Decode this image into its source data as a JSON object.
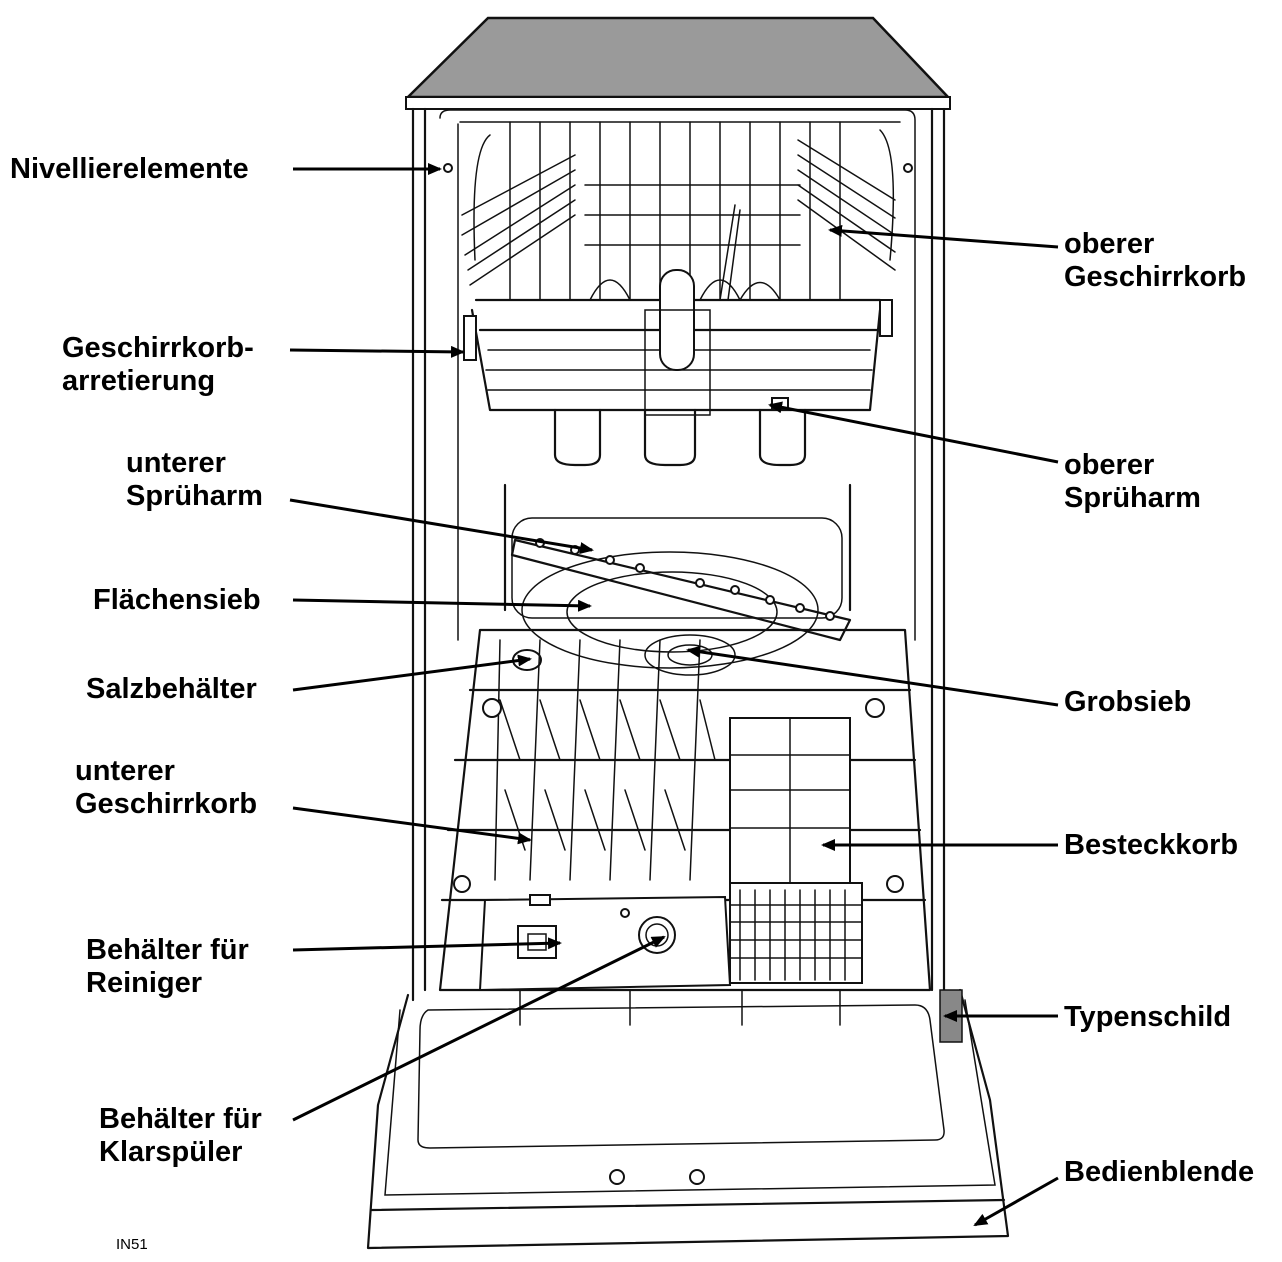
{
  "diagram": {
    "code": "IN51",
    "labels_left": [
      {
        "id": "nivellierelemente",
        "lines": [
          "Nivellierelemente"
        ]
      },
      {
        "id": "geschirrkorbarretierung",
        "lines": [
          "Geschirrkorb-",
          "arretierung"
        ]
      },
      {
        "id": "unterer-spruharm",
        "lines": [
          "unterer",
          "Sprüharm"
        ]
      },
      {
        "id": "flachensieb",
        "lines": [
          "Flächensieb"
        ]
      },
      {
        "id": "salzbehalter",
        "lines": [
          "Salzbehälter"
        ]
      },
      {
        "id": "unterer-geschirrkorb",
        "lines": [
          "unterer",
          "Geschirrkorb"
        ]
      },
      {
        "id": "behalter-reiniger",
        "lines": [
          "Behälter für",
          "Reiniger"
        ]
      },
      {
        "id": "behalter-klarspuler",
        "lines": [
          "Behälter für",
          "Klarspüler"
        ]
      }
    ],
    "labels_right": [
      {
        "id": "oberer-geschirrkorb",
        "lines": [
          "oberer",
          "Geschirrkorb"
        ]
      },
      {
        "id": "oberer-spruharm",
        "lines": [
          "oberer",
          "Sprüharm"
        ]
      },
      {
        "id": "grobsieb",
        "lines": [
          "Grobsieb"
        ]
      },
      {
        "id": "besteckkorb",
        "lines": [
          "Besteckkorb"
        ]
      },
      {
        "id": "typenschild",
        "lines": [
          "Typenschild"
        ]
      },
      {
        "id": "bedienblende",
        "lines": [
          "Bedienblende"
        ]
      }
    ]
  }
}
